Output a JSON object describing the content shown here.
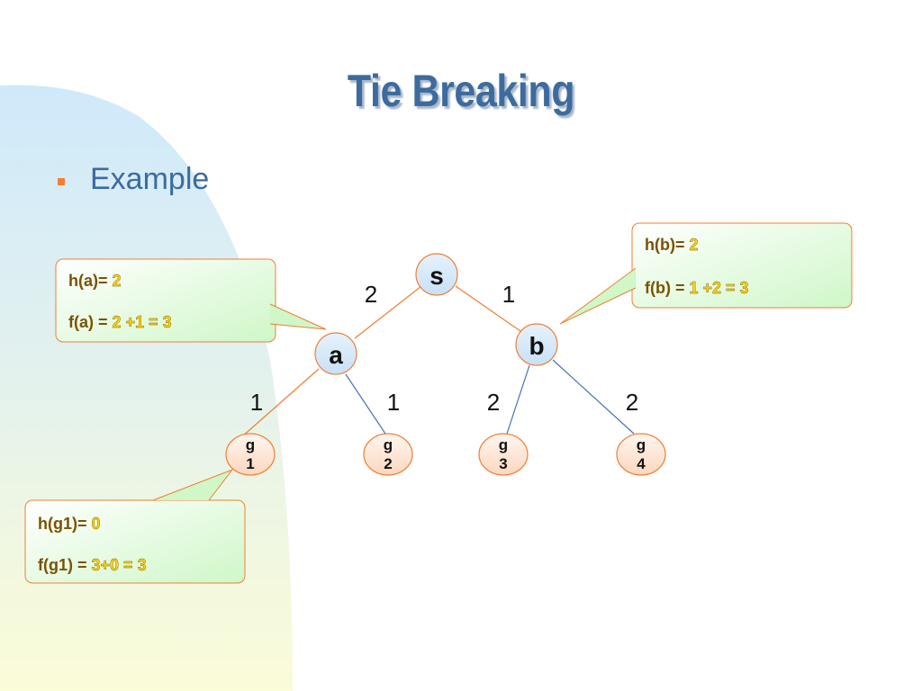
{
  "slide": {
    "title": "Tie Breaking",
    "bullet": "Example"
  },
  "nodes": {
    "s": "s",
    "a": "a",
    "b": "b",
    "g1": [
      "g",
      "1"
    ],
    "g2": [
      "g",
      "2"
    ],
    "g3": [
      "g",
      "3"
    ],
    "g4": [
      "g",
      "4"
    ]
  },
  "edge_costs": {
    "s_a": "2",
    "s_b": "1",
    "a_g1": "1",
    "a_g2": "1",
    "b_g3": "2",
    "b_g4": "2"
  },
  "callouts": {
    "a": {
      "line1_label": "h(a)= ",
      "line1_value": "2",
      "line2_label": "f(a) = ",
      "line2_value": "2 +1 = 3"
    },
    "b": {
      "line1_label": "h(b)= ",
      "line1_value": "2",
      "line2_label": "f(b) = ",
      "line2_value": "1 +2 = 3"
    },
    "g1": {
      "line1_label": "h(g1)= ",
      "line1_value": "0",
      "line2_label": "f(g1) = ",
      "line2_value": "3+0 = 3"
    }
  },
  "colors": {
    "title": "#3d6b9e",
    "bullet_mark": "#f07f33",
    "node_fill": "#d9ebfa",
    "node_stroke": "#f07f33",
    "goal_fill": "#fde2d0",
    "edge_orange": "#f07f33",
    "edge_blue": "#4a74b4",
    "callout_label": "#7a5200",
    "callout_value": "#ffd700"
  }
}
